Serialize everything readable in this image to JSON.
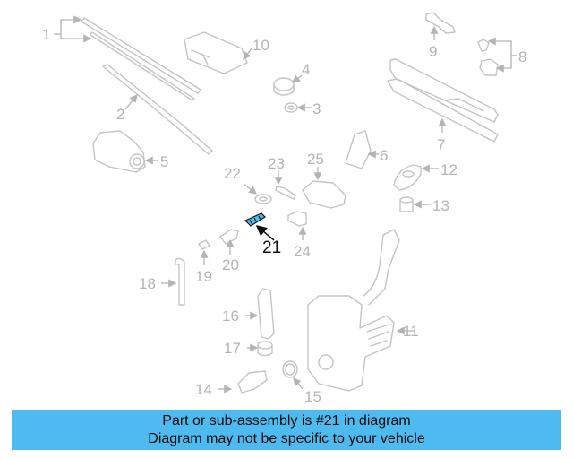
{
  "diagram": {
    "highlighted_part": "21",
    "highlight_color": "#4ebbf0",
    "labels": [
      {
        "id": "1",
        "text": "1"
      },
      {
        "id": "2",
        "text": "2"
      },
      {
        "id": "3",
        "text": "3"
      },
      {
        "id": "4",
        "text": "4"
      },
      {
        "id": "5",
        "text": "5"
      },
      {
        "id": "6",
        "text": "6"
      },
      {
        "id": "7",
        "text": "7"
      },
      {
        "id": "8",
        "text": "8"
      },
      {
        "id": "9",
        "text": "9"
      },
      {
        "id": "10",
        "text": "10"
      },
      {
        "id": "11",
        "text": "11"
      },
      {
        "id": "12",
        "text": "12"
      },
      {
        "id": "13",
        "text": "13"
      },
      {
        "id": "14",
        "text": "14"
      },
      {
        "id": "15",
        "text": "15"
      },
      {
        "id": "16",
        "text": "16"
      },
      {
        "id": "17",
        "text": "17"
      },
      {
        "id": "18",
        "text": "18"
      },
      {
        "id": "19",
        "text": "19"
      },
      {
        "id": "20",
        "text": "20"
      },
      {
        "id": "21",
        "text": "21"
      },
      {
        "id": "22",
        "text": "22"
      },
      {
        "id": "23",
        "text": "23"
      },
      {
        "id": "24",
        "text": "24"
      },
      {
        "id": "25",
        "text": "25"
      }
    ]
  },
  "banner": {
    "line1": "Part or sub-assembly is #21 in diagram",
    "line2": "Diagram may not be specific to your vehicle",
    "background": "#4ebbf0"
  }
}
